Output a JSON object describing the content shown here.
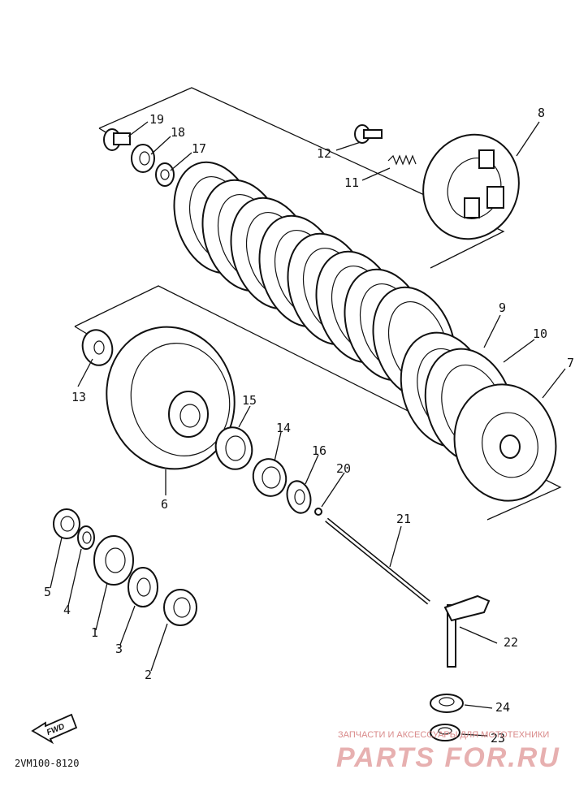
{
  "diagram": {
    "code": "2VM100-8120",
    "fwd_label": "FWD",
    "callouts": [
      {
        "id": "c19",
        "label": "19"
      },
      {
        "id": "c18",
        "label": "18"
      },
      {
        "id": "c17",
        "label": "17"
      },
      {
        "id": "c12",
        "label": "12"
      },
      {
        "id": "c11",
        "label": "11"
      },
      {
        "id": "c8",
        "label": "8"
      },
      {
        "id": "c9",
        "label": "9"
      },
      {
        "id": "c10",
        "label": "10"
      },
      {
        "id": "c7",
        "label": "7"
      },
      {
        "id": "c13",
        "label": "13"
      },
      {
        "id": "c15",
        "label": "15"
      },
      {
        "id": "c14",
        "label": "14"
      },
      {
        "id": "c16",
        "label": "16"
      },
      {
        "id": "c20",
        "label": "20"
      },
      {
        "id": "c6",
        "label": "6"
      },
      {
        "id": "c21",
        "label": "21"
      },
      {
        "id": "c5",
        "label": "5"
      },
      {
        "id": "c4",
        "label": "4"
      },
      {
        "id": "c1",
        "label": "1"
      },
      {
        "id": "c3",
        "label": "3"
      },
      {
        "id": "c2",
        "label": "2"
      },
      {
        "id": "c22",
        "label": "22"
      },
      {
        "id": "c24",
        "label": "24"
      },
      {
        "id": "c23",
        "label": "23"
      }
    ]
  },
  "watermark": {
    "top_text": "ЗАПЧАСТИ И АКСЕССУАРЫ ДЛЯ МОТОТЕХНИКИ",
    "brand": "PARTS FOR.RU"
  }
}
